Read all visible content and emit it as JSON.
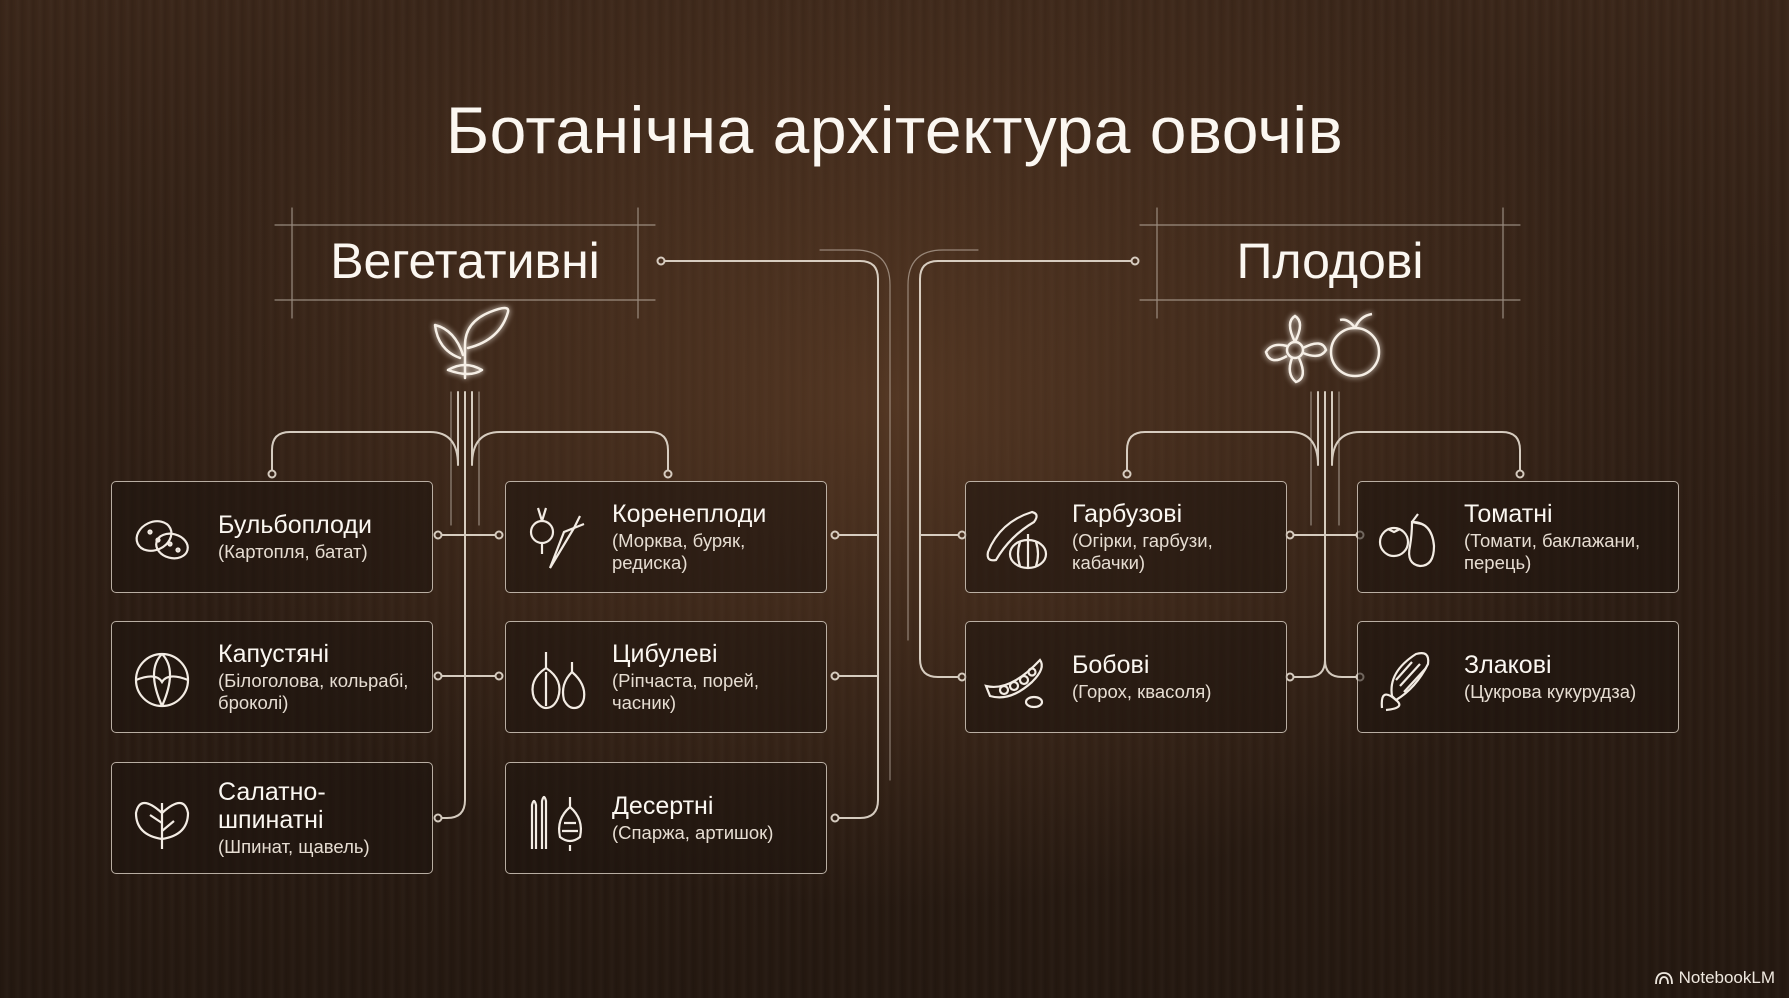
{
  "title": "Ботанічна архітектура овочів",
  "categories": {
    "vegetative": "Вегетативні",
    "fruit": "Плодові"
  },
  "vegetative_cards": [
    {
      "name": "Бульбоплоди",
      "examples": "(Картопля, батат)",
      "icon": "potato-icon"
    },
    {
      "name": "Коренеплоди",
      "examples": "(Морква, буряк, редиска)",
      "icon": "carrot-beet-icon"
    },
    {
      "name": "Капустяні",
      "examples": "(Білоголова, кольрабі, броколі)",
      "icon": "cabbage-icon"
    },
    {
      "name": "Цибулеві",
      "examples": "(Ріпчаста, порей, часник)",
      "icon": "onion-garlic-icon"
    },
    {
      "name": "Салатно-шпинатні",
      "examples": "(Шпинат, щавель)",
      "icon": "spinach-leaf-icon"
    },
    {
      "name": "Десертні",
      "examples": "(Спаржа, артишок)",
      "icon": "asparagus-artichoke-icon"
    }
  ],
  "fruit_cards": [
    {
      "name": "Гарбузові",
      "examples": "(Огірки, гарбузи, кабачки)",
      "icon": "cucumber-pumpkin-icon"
    },
    {
      "name": "Томатні",
      "examples": "(Томати, баклажани, перець)",
      "icon": "tomato-eggplant-icon"
    },
    {
      "name": "Бобові",
      "examples": "(Горох, квасоля)",
      "icon": "pea-pod-icon"
    },
    {
      "name": "Злакові",
      "examples": "(Цукрова кукурудза)",
      "icon": "corn-icon"
    }
  ],
  "category_icons": {
    "vegetative": "sprout-icon",
    "fruit": "flower-fruit-icon"
  },
  "brand": "NotebookLM",
  "colors": {
    "background": "#2e1e14",
    "line": "#e8dfd3",
    "text": "#fbf7f1"
  }
}
